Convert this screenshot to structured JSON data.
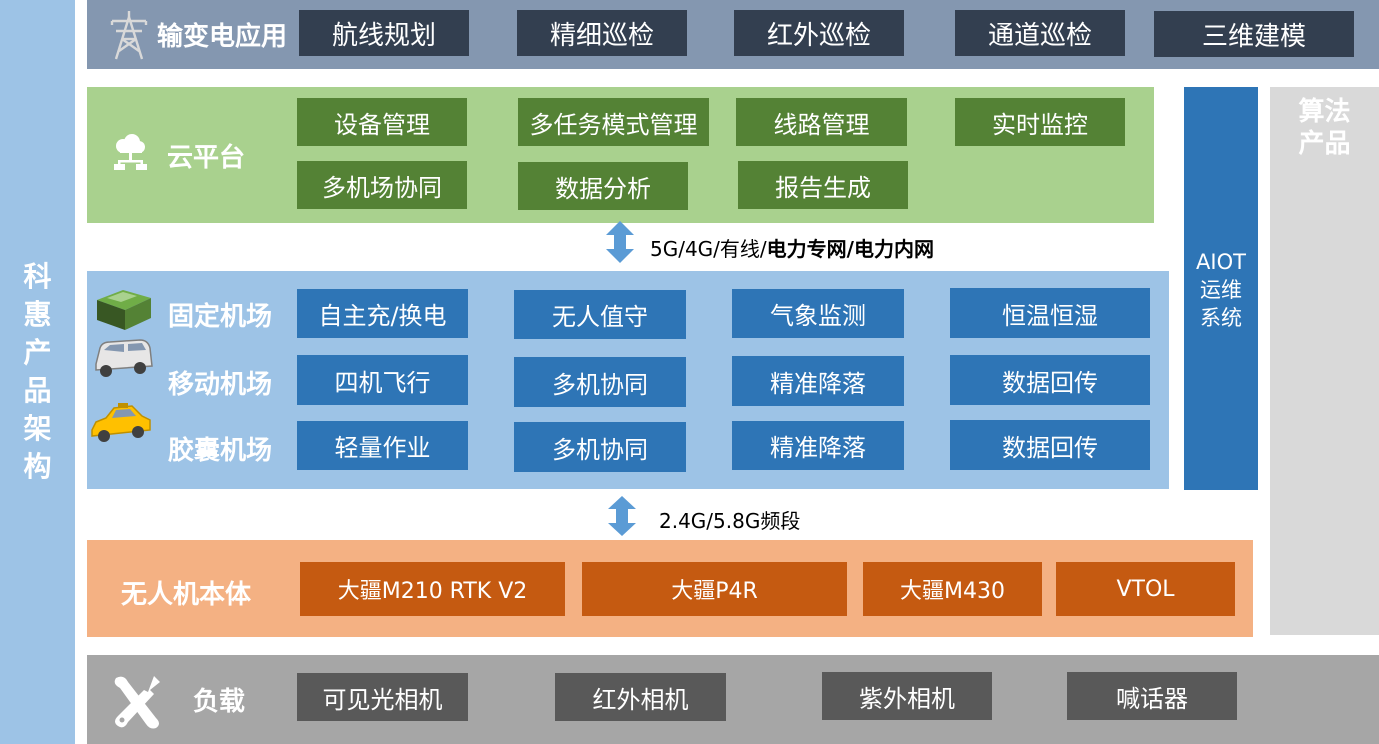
{
  "side_title": "科惠产品架构",
  "application": {
    "title": "输变电应用",
    "items": [
      "航线规划",
      "精细巡检",
      "红外巡检",
      "通道巡检",
      "三维建模"
    ]
  },
  "cloud": {
    "title": "云平台",
    "items": [
      "设备管理",
      "多任务模式管理",
      "线路管理",
      "实时监控",
      "多机场协同",
      "数据分析",
      "报告生成"
    ]
  },
  "link_upper": {
    "normal": "5G/4G/有线/",
    "bold": "电力专网/电力内网"
  },
  "airports": {
    "labels": [
      "固定机场",
      "移动机场",
      "胶囊机场"
    ],
    "rows": [
      [
        "自主充/换电",
        "无人值守",
        "气象监测",
        "恒温恒湿"
      ],
      [
        "四机飞行",
        "多机协同",
        "精准降落",
        "数据回传"
      ],
      [
        "轻量作业",
        "多机协同",
        "精准降落",
        "数据回传"
      ]
    ]
  },
  "link_lower": "2.4G/5.8G频段",
  "drone": {
    "title": "无人机本体",
    "items": [
      "大疆M210 RTK V2",
      "大疆P4R",
      "大疆M430",
      "VTOL"
    ]
  },
  "payload": {
    "title": "负载",
    "items": [
      "可见光相机",
      "红外相机",
      "紫外相机",
      "喊话器"
    ]
  },
  "aiot": {
    "line1": "AIOT",
    "line2": "运维",
    "line3": "系统"
  },
  "algorithm": {
    "line1": "算法",
    "line2": "产品"
  },
  "colors": {
    "application_bg": "#8497b0",
    "application_tag": "#333f50",
    "cloud_bg": "#a9d18e",
    "cloud_tag": "#548235",
    "airport_bg": "#9dc3e6",
    "airport_tag": "#2e75b6",
    "drone_bg": "#f4b183",
    "drone_tag": "#c55a11",
    "payload_bg": "#a6a6a6",
    "payload_tag": "#595959",
    "aiot": "#2e75b6",
    "algorithm": "#d9d9d9",
    "arrow": "#5b9bd5"
  },
  "icons": {
    "application": "transmission-tower-icon",
    "cloud": "cloud-network-icon",
    "fixed_airport": "green-box-airport-icon",
    "mobile_airport": "van-icon",
    "capsule_airport": "taxi-car-icon",
    "payload": "tools-icon"
  }
}
